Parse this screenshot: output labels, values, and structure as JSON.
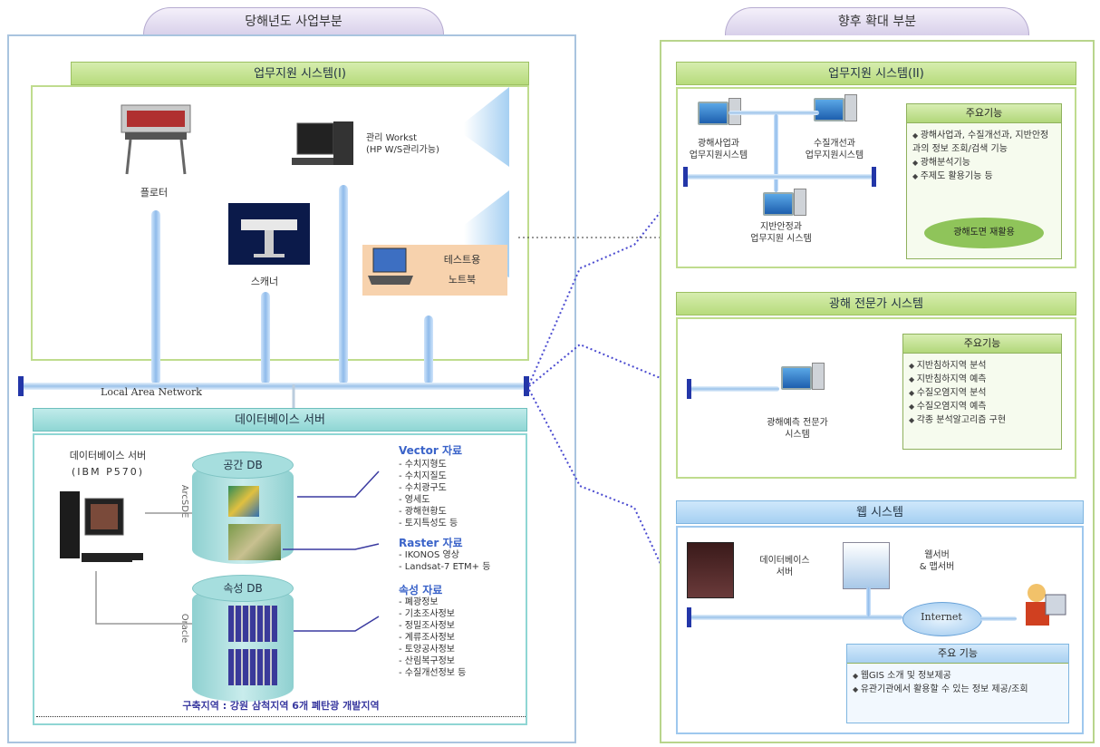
{
  "tabs": {
    "left": "당해년도 사업부분",
    "right": "향후 확대 부분"
  },
  "left": {
    "system1_title": "업무지원 시스템(I)",
    "plotter": "플로터",
    "scanner": "스캐너",
    "workstation": "관리 Workst\n(HP W/S관리가능)",
    "test_laptop_1": "테스트용",
    "test_laptop_2": "노트북",
    "lan": "Local Area Network",
    "db_title": "데이터베이스 서버",
    "db_server_1": "데이터베이스 서버",
    "db_server_2": "(IBM  P570)",
    "spatial_db": "공간 DB",
    "attr_db": "속성 DB",
    "arcsde": "ArcSDE",
    "oracle": "Oracle",
    "vector_title": "Vector 자료",
    "vector_items": [
      "수치지형도",
      "수치지질도",
      "수치광구도",
      "영세도",
      "광해현황도",
      "토지특성도 등"
    ],
    "raster_title": "Raster 자료",
    "raster_items": [
      "IKONOS 영상",
      "Landsat-7 ETM+ 등"
    ],
    "attr_title": "속성 자료",
    "attr_items": [
      "폐광정보",
      "기초조사정보",
      "정밀조사정보",
      "계류조사정보",
      "토양공사정보",
      "산림복구정보",
      "수질개선정보 등"
    ],
    "footer": "구축지역 : 강원 삼척지역 6개 폐탄광 개발지역"
  },
  "right": {
    "system2_title": "업무지원 시스템(II)",
    "node_a": "광해사업과\n업무지원시스템",
    "node_b": "수질개선과\n업무지원시스템",
    "node_c": "지반안정과\n업무지원 시스템",
    "feat1_title": "주요기능",
    "feat1_items": [
      "광해사업과, 수질개선과, 지반안정과의 정보 조회/검색 기능",
      "광해분석기능",
      "주제도 활용기능 등"
    ],
    "feat1_button": "광해도면 재활용",
    "expert_title": "광해 전문가 시스템",
    "expert_node": "광해예측 전문가\n시스템",
    "feat2_title": "주요기능",
    "feat2_items": [
      "지반침하지역 분석",
      "지반침하지역 예측",
      "수질오염지역 분석",
      "수질오염지역 예측",
      "각종 분석알고리즘 구현"
    ],
    "web_title": "웹 시스템",
    "web_db_server": "데이터베이스\n서버",
    "web_server": "웹서버\n& 맵서버",
    "internet": "Internet",
    "feat3_title": "주요 기능",
    "feat3_items": [
      "웹GIS 소개 및 정보제공",
      "유관기관에서 활용할 수 있는 정보 제공/조회"
    ]
  }
}
